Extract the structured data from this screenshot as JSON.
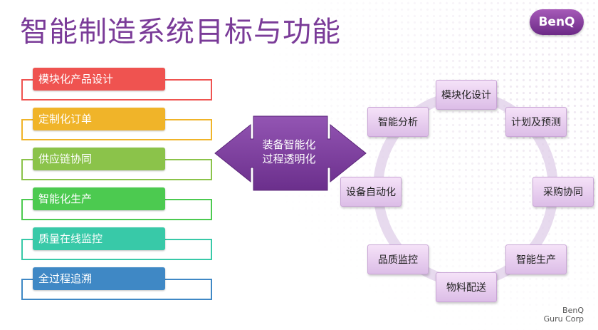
{
  "title": "智能制造系统目标与功能",
  "logo": "BenQ",
  "corp": {
    "line1": "BenQ",
    "line2": "Guru Corp"
  },
  "goals": [
    {
      "label": "模块化产品设计",
      "color": "#ef5350"
    },
    {
      "label": "定制化订单",
      "color": "#f0b429"
    },
    {
      "label": "供应链协同",
      "color": "#8bc34a"
    },
    {
      "label": "智能化生产",
      "color": "#4cca50"
    },
    {
      "label": "质量在线监控",
      "color": "#38c9a8"
    },
    {
      "label": "全过程追溯",
      "color": "#3f88c5"
    }
  ],
  "center": {
    "line1": "装备智能化",
    "line2": "过程透明化",
    "color": "#7b3f9e"
  },
  "cycle": [
    "模块化设计",
    "计划及预测",
    "采购协同",
    "智能生产",
    "物料配送",
    "品质监控",
    "设备自动化",
    "智能分析"
  ]
}
